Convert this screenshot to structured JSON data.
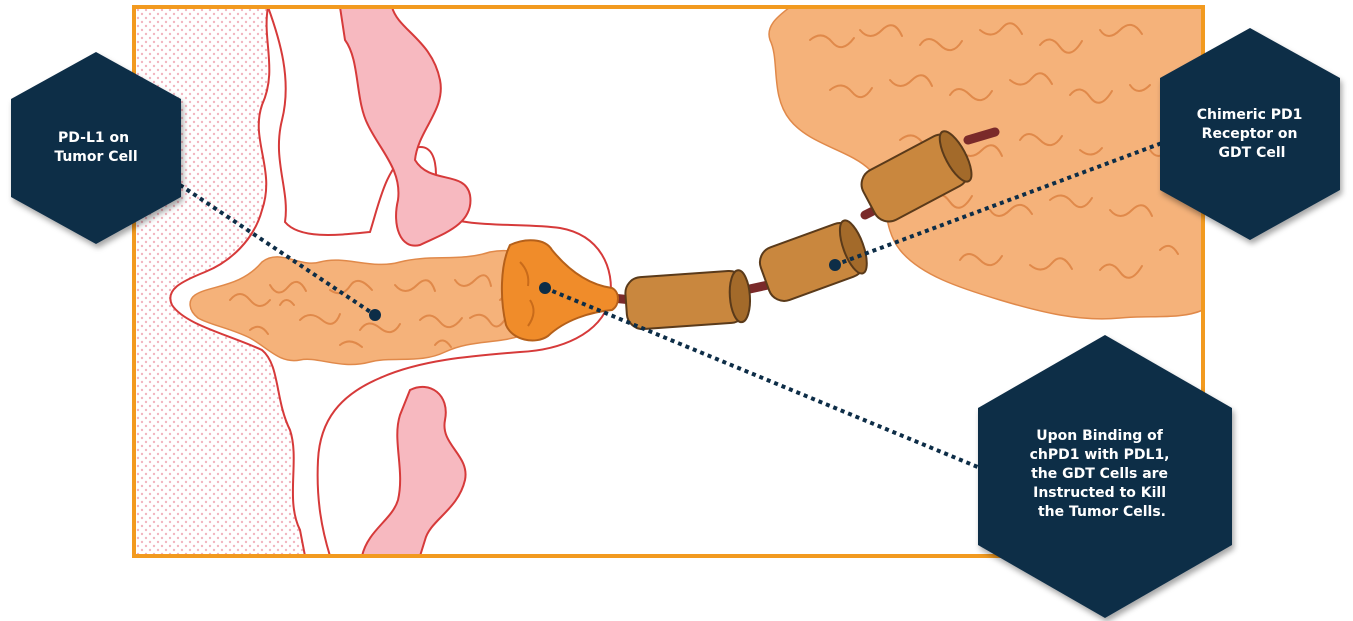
{
  "callouts": {
    "pdl1": {
      "lines": [
        "PD-L1 on",
        "Tumor Cell"
      ]
    },
    "chimeric": {
      "lines": [
        "Chimeric PD1",
        "Receptor on",
        "GDT Cell"
      ]
    },
    "binding": {
      "lines": [
        "Upon Binding of",
        "chPD1 with PDL1,",
        "the GDT Cells are",
        "Instructed to Kill",
        "the Tumor Cells."
      ]
    }
  },
  "colors": {
    "frame": "#f29a1f",
    "hexagon": "#0d2d47",
    "tumor_outline": "#d63a3a",
    "tumor_fill": "#f7b9c0",
    "cell_fill": "#f5b27a",
    "cell_squiggle": "#e0894a",
    "receptor": "#c9873e",
    "receptor_dark": "#8a5520",
    "linker": "#7a2a2a",
    "dotted_line": "#0d2d47"
  }
}
